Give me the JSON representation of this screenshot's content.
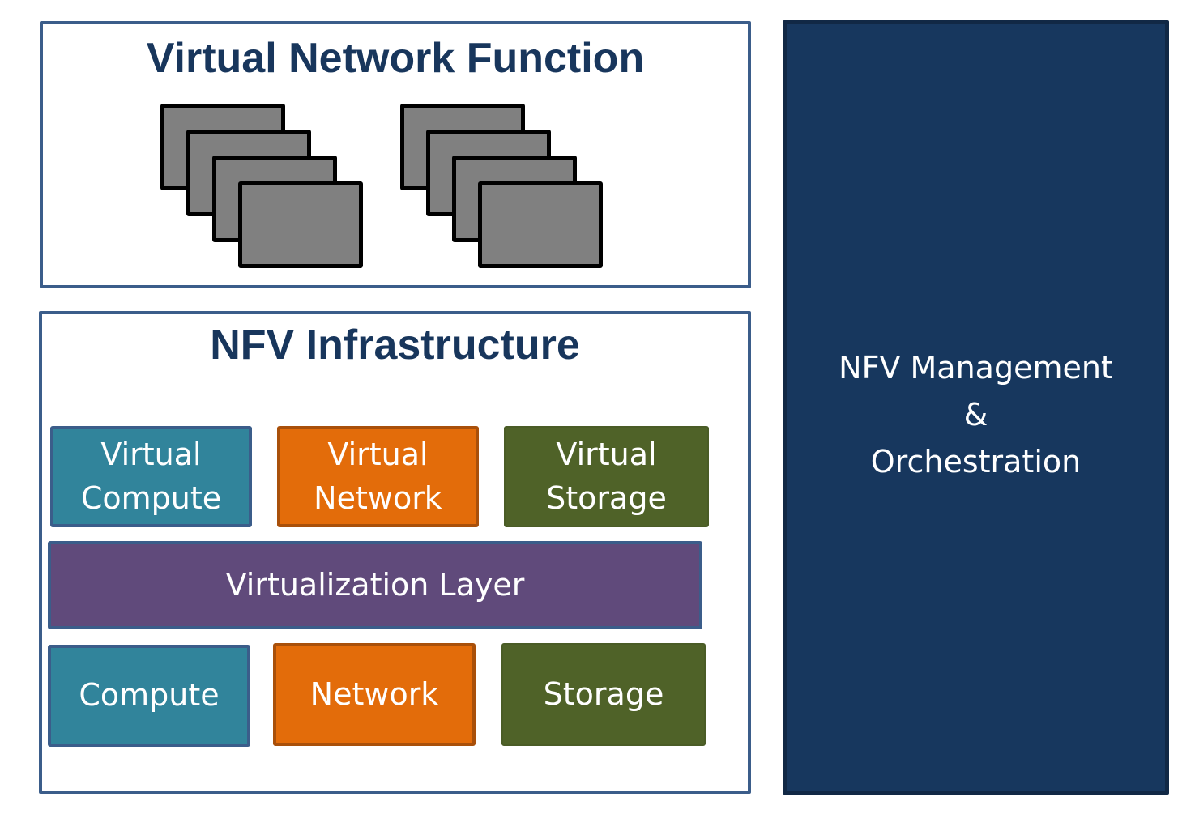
{
  "diagram": {
    "vnf": {
      "title": "Virtual Network Function",
      "vm_stacks": [
        {
          "name": "vnf-stack-1",
          "count": 4
        },
        {
          "name": "vnf-stack-2",
          "count": 4
        }
      ]
    },
    "nfvi": {
      "title": "NFV Infrastructure",
      "virtual_resources": [
        {
          "label": "Virtual\nCompute",
          "line1": "Virtual",
          "line2": "Compute",
          "type": "compute"
        },
        {
          "label": "Virtual\nNetwork",
          "line1": "Virtual",
          "line2": "Network",
          "type": "network"
        },
        {
          "label": "Virtual\nStorage",
          "line1": "Virtual",
          "line2": "Storage",
          "type": "storage"
        }
      ],
      "virtualization_layer": "Virtualization Layer",
      "physical_resources": [
        {
          "label": "Compute",
          "type": "compute"
        },
        {
          "label": "Network",
          "type": "network"
        },
        {
          "label": "Storage",
          "type": "storage"
        }
      ]
    },
    "mano": {
      "line1": "NFV Management",
      "line2": "&",
      "line3": "Orchestration"
    },
    "colors": {
      "title_text": "#18365c",
      "panel_border": "#3b5d8a",
      "compute": "#31849b",
      "network": "#e36c0a",
      "storage": "#4f6228",
      "virtualization": "#604a7b",
      "mano": "#17375e",
      "vm_fill": "#808080"
    }
  }
}
